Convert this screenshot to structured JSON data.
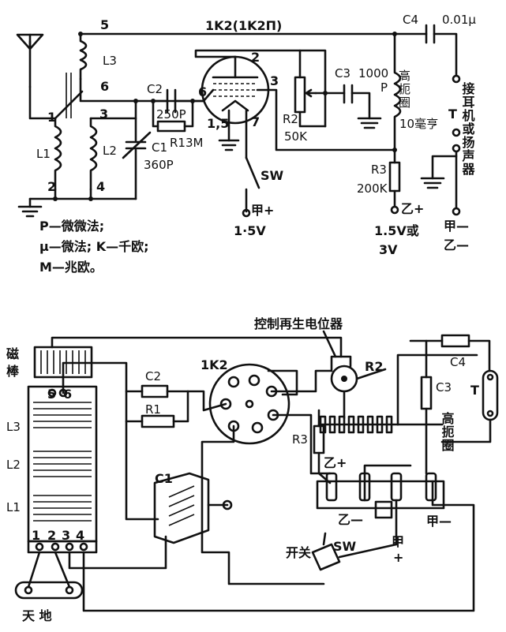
{
  "schematic": {
    "tube_label": "1K2(1K2Π)",
    "antenna_node": "5",
    "l3": "L3",
    "node6a": "6",
    "node1": "1",
    "node2": "2",
    "node3": "3",
    "node4": "4",
    "l1": "L1",
    "l2": "L2",
    "c2": "C2",
    "c2_value": "250P",
    "r1_value": "R13M",
    "c1": "C1",
    "c1_value": "360P",
    "pin1": "1",
    "pin5": "5",
    "pin6": "6",
    "pin2": "2",
    "pin3": "3",
    "pin7": "7",
    "filament": "1,5",
    "sw": "SW",
    "jia_plus": "甲+",
    "v15": "1·5V",
    "r2": "R2",
    "r2_value": "50K",
    "c3": "C3",
    "c3_value": "1000",
    "c3_unit": "P",
    "choke_label": "高扼圈",
    "choke_value": "10毫亨",
    "r3": "R3",
    "r3_value": "200K",
    "yi_plus": "乙+",
    "batt_b": "1.5V或",
    "batt_b2": "3V",
    "c4": "C4",
    "c4_value": "0.01μ",
    "t": "T",
    "phones_label": "接耳机或扬声器",
    "jia_minus": "甲—",
    "yi_minus": "乙—",
    "legend1": "P—微微法;",
    "legend2": "μ—微法; K—千欧;",
    "legend3": "M—兆欧。"
  },
  "layout": {
    "title": "控制再生电位器",
    "cizhe": "磁",
    "bang": "棒",
    "l3": "L3",
    "l2": "L2",
    "l1": "L1",
    "coil_terms": [
      "1",
      "2",
      "3",
      "4"
    ],
    "top_terms": [
      "5",
      "6"
    ],
    "c2": "C2",
    "r1": "R1",
    "tube": "1K2",
    "c1": "C1",
    "r2": "R2",
    "r3": "R3",
    "c3": "C3",
    "c4": "C4",
    "t": "T",
    "choke": "高扼圈",
    "yi_plus": "乙+",
    "yi_minus": "乙—",
    "jia_plus": "甲",
    "jia_plus2": "+",
    "jia_minus": "甲—",
    "switch": "开关",
    "sw": "SW",
    "ant_gnd": "天 地"
  }
}
